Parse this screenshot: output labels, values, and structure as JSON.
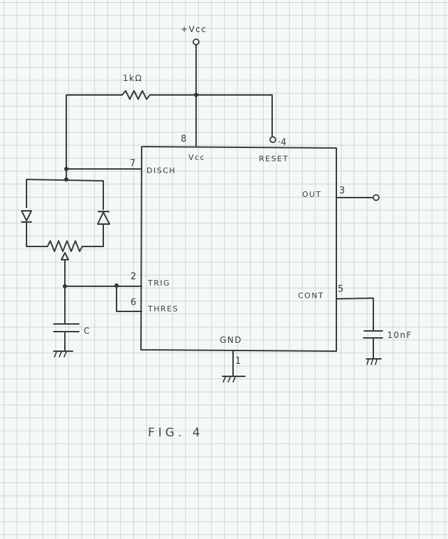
{
  "figure": {
    "caption": "FIG. 4",
    "type": "hand-drawn 555 timer schematic on graph paper"
  },
  "supply": {
    "label": "+Vcc"
  },
  "resistor": {
    "label": "1kΩ"
  },
  "timer_ic": {
    "pins": [
      {
        "number": "8",
        "name": "Vcc"
      },
      {
        "number": "4",
        "name": "RESET"
      },
      {
        "number": "7",
        "name": "DISCH"
      },
      {
        "number": "3",
        "name": "OUT"
      },
      {
        "number": "2",
        "name": "TRIG"
      },
      {
        "number": "6",
        "name": "THRES"
      },
      {
        "number": "5",
        "name": "CONT"
      },
      {
        "number": "1",
        "name": "GND"
      }
    ]
  },
  "timing_capacitor": {
    "label": "C"
  },
  "control_capacitor": {
    "label": "10nF"
  },
  "colors": {
    "ink": "#3a3a3a",
    "paper": "#f4f9f5",
    "grid": "#96afa5"
  }
}
